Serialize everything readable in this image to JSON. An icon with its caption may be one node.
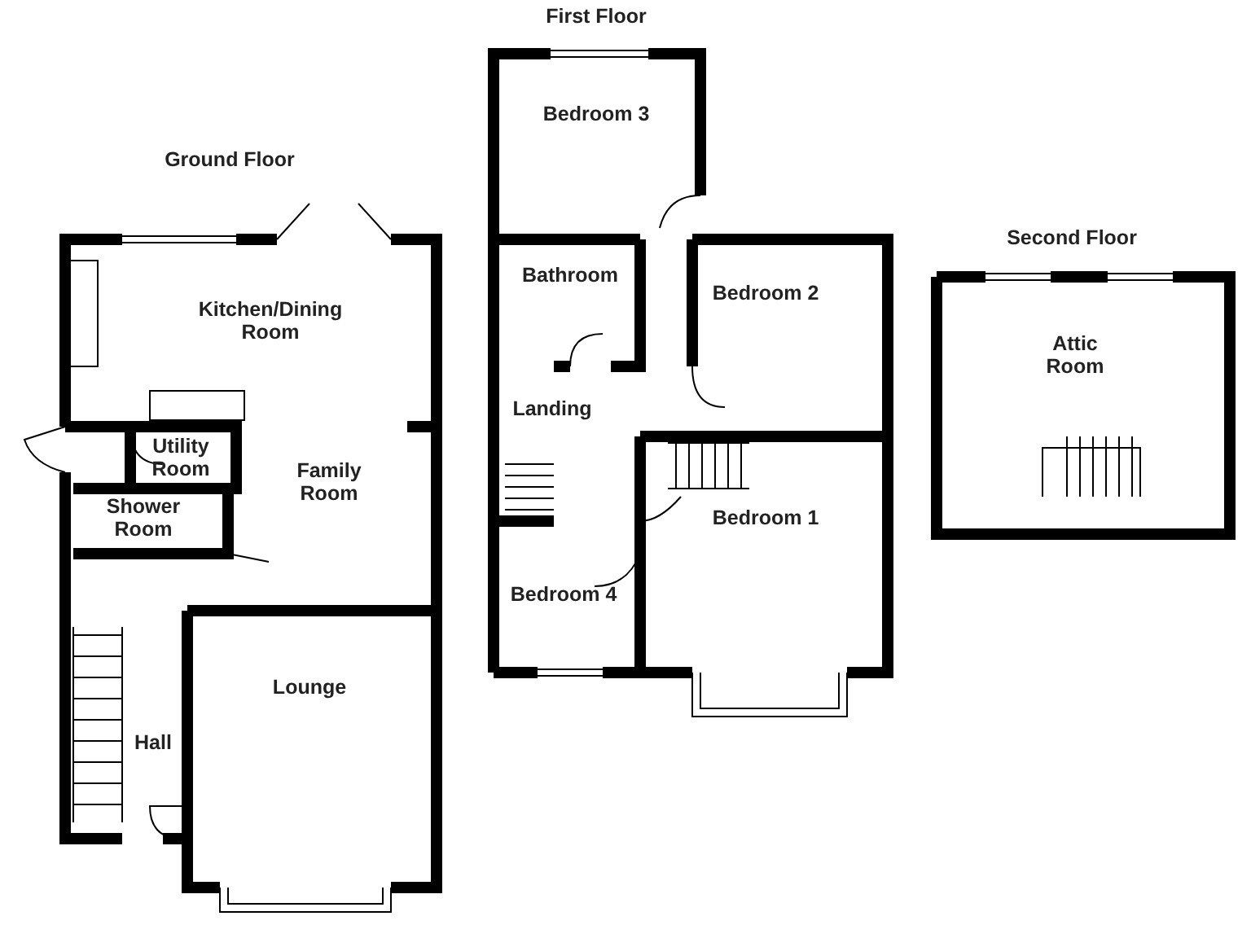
{
  "diagram": {
    "labels": [
      "Ground Floor",
      "Kitchen/Dining Room",
      "Utility Room",
      "Family Room",
      "Shower Room",
      "Hall",
      "Lounge",
      "First Floor",
      "Bedroom 3",
      "Bathroom",
      "Bedroom 2",
      "Landing",
      "Bedroom 1",
      "Bedroom 4",
      "Second Floor",
      "Attic Room"
    ]
  }
}
